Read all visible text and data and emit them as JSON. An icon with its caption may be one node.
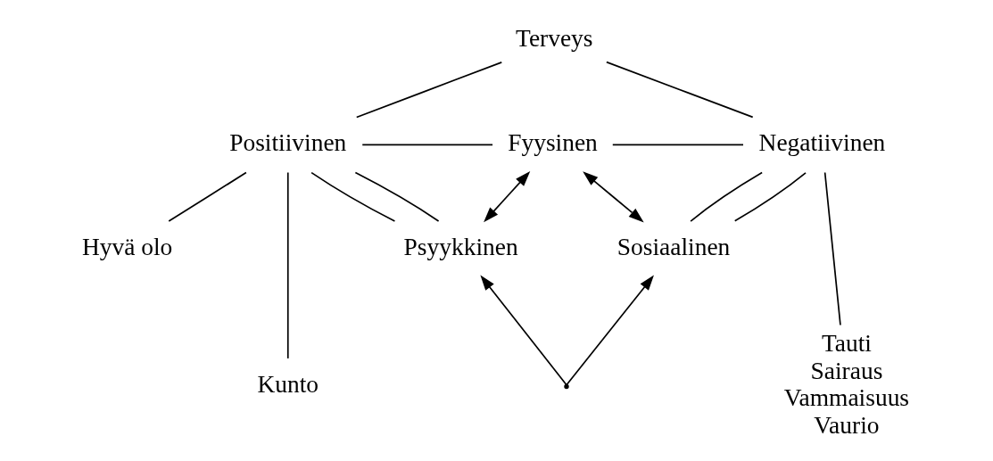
{
  "diagram": {
    "nodes": [
      {
        "text": [
          "Terveys"
        ]
      },
      {
        "text": [
          "Positiivinen"
        ]
      },
      {
        "text": [
          "Fyysinen"
        ]
      },
      {
        "text": [
          "Negatiivinen"
        ]
      },
      {
        "text": [
          "Psyykkinen"
        ]
      },
      {
        "text": [
          "Sosiaalinen"
        ]
      },
      {
        "text": [
          "Hyvä olo"
        ]
      },
      {
        "text": [
          "Kunto"
        ]
      },
      {
        "text": [
          "Tauti",
          "Sairaus",
          "Vammaisuus",
          "Vaurio"
        ]
      },
      {
        "text": [],
        "shape": "point"
      }
    ],
    "edges": [
      {
        "from": 0,
        "to": 1,
        "arrow": "none"
      },
      {
        "from": 0,
        "to": 3,
        "arrow": "none"
      },
      {
        "from": 1,
        "to": 2,
        "arrow": "none"
      },
      {
        "from": 2,
        "to": 3,
        "arrow": "none"
      },
      {
        "from": 1,
        "to": 4,
        "arrow": "none"
      },
      {
        "from": 1,
        "to": 4,
        "arrow": "none"
      },
      {
        "from": 2,
        "to": 4,
        "arrow": "both"
      },
      {
        "from": 2,
        "to": 5,
        "arrow": "both"
      },
      {
        "from": 3,
        "to": 5,
        "arrow": "none"
      },
      {
        "from": 3,
        "to": 5,
        "arrow": "none"
      },
      {
        "from": 1,
        "to": 6,
        "arrow": "none"
      },
      {
        "from": 1,
        "to": 7,
        "arrow": "none"
      },
      {
        "from": 3,
        "to": 8,
        "arrow": "none"
      },
      {
        "from": 9,
        "to": 4,
        "arrow": "to"
      },
      {
        "from": 9,
        "to": 5,
        "arrow": "to"
      }
    ]
  }
}
